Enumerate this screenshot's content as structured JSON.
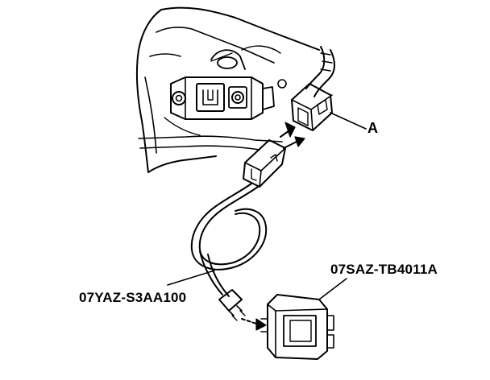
{
  "labels": {
    "connector": "A",
    "simulator_part": "07SAZ-TB4011A",
    "harness_part": "07YAZ-S3AA100"
  },
  "colors": {
    "line": "#000000",
    "background": "#ffffff"
  }
}
